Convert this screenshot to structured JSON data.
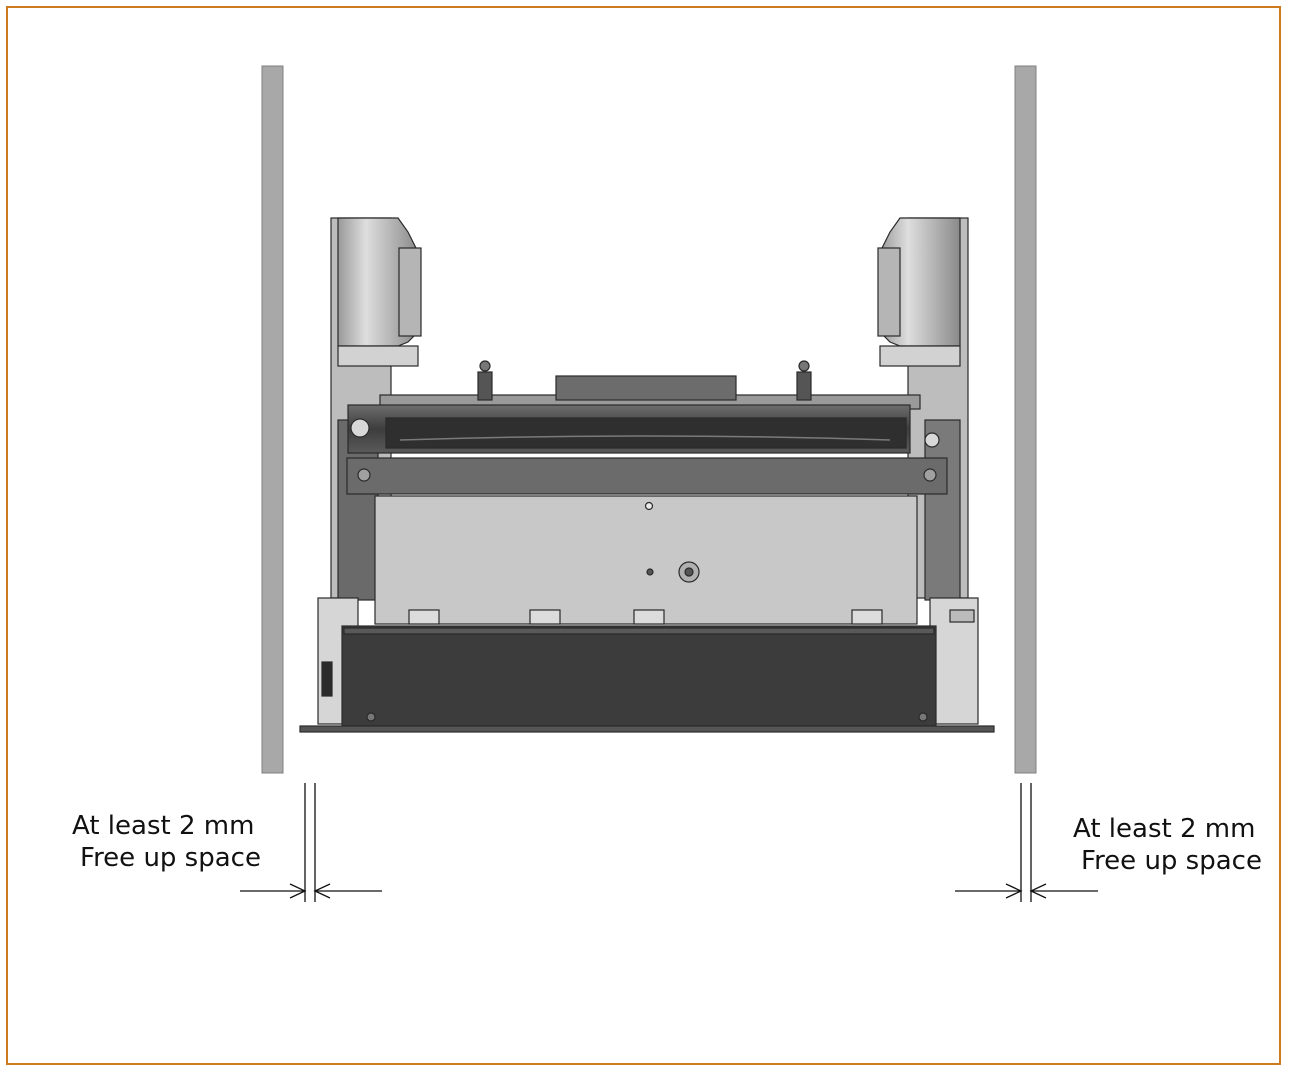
{
  "annotations": {
    "left": {
      "line1": "At least 2 mm",
      "line2": "Free up space"
    },
    "right": {
      "line1": "At least 2 mm",
      "line2": "Free up space"
    }
  },
  "colors": {
    "border": "#cc7a1f",
    "wall": "#a8a8a8",
    "body_light": "#c9c9c9",
    "body_mid": "#8e8e8e",
    "body_dark": "#4a4a4a",
    "base_dark": "#3c3c3c"
  }
}
